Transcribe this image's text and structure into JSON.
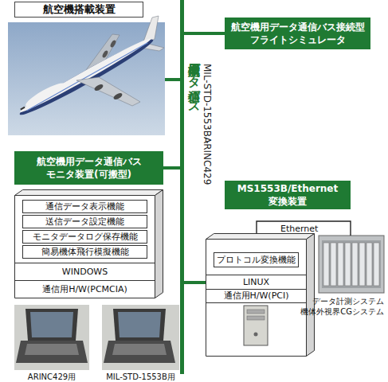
{
  "diagram": {
    "nodes": [
      {
        "text": [
          "航空機搭載装置"
        ]
      },
      {
        "text": [
          "航空機用データ通信バス接続型 フライトシミュレータ"
        ]
      },
      {
        "text": [
          "航空機用データ通信バス",
          "MIL-STD-1553B・ARINC429"
        ]
      },
      {
        "text": [
          "航空機用データ通信バス モニタ装置(可搬型)"
        ]
      },
      {
        "text": [
          "通信データ表示機能"
        ],
        "in": 3
      },
      {
        "text": [
          "送信データ設定機能"
        ],
        "in": 3
      },
      {
        "text": [
          "モニタデータログ保存機能"
        ],
        "in": 3
      },
      {
        "text": [
          "簡易機体飛行模擬機能"
        ],
        "in": 3
      },
      {
        "text": [
          "WINDOWS"
        ],
        "in": 3
      },
      {
        "text": [
          "通信用H/W(PCMCIA)"
        ],
        "in": 3
      },
      {
        "text": [
          "MS1553B/Ethernet 変換装置"
        ]
      },
      {
        "text": [
          "プロトコル変換機能"
        ],
        "in": 10
      },
      {
        "text": [
          "LINUX"
        ],
        "in": 10
      },
      {
        "text": [
          "通信用H/W(PCI)"
        ],
        "in": 10
      },
      {
        "text": [
          "データ計測システム 機体外視界CGシステム"
        ]
      }
    ],
    "edges": [
      {
        "from": 2,
        "to": 0,
        "arrow": "none"
      },
      {
        "from": 2,
        "to": 1,
        "arrow": "none"
      },
      {
        "from": 2,
        "to": 3,
        "arrow": "none"
      },
      {
        "from": 2,
        "to": 10,
        "arrow": "none"
      },
      {
        "from": 10,
        "to": 14,
        "label": "Ethernet",
        "arrow": "none"
      }
    ],
    "labels": [
      "ARINC429用",
      "MIL-STD-1553B用"
    ]
  }
}
